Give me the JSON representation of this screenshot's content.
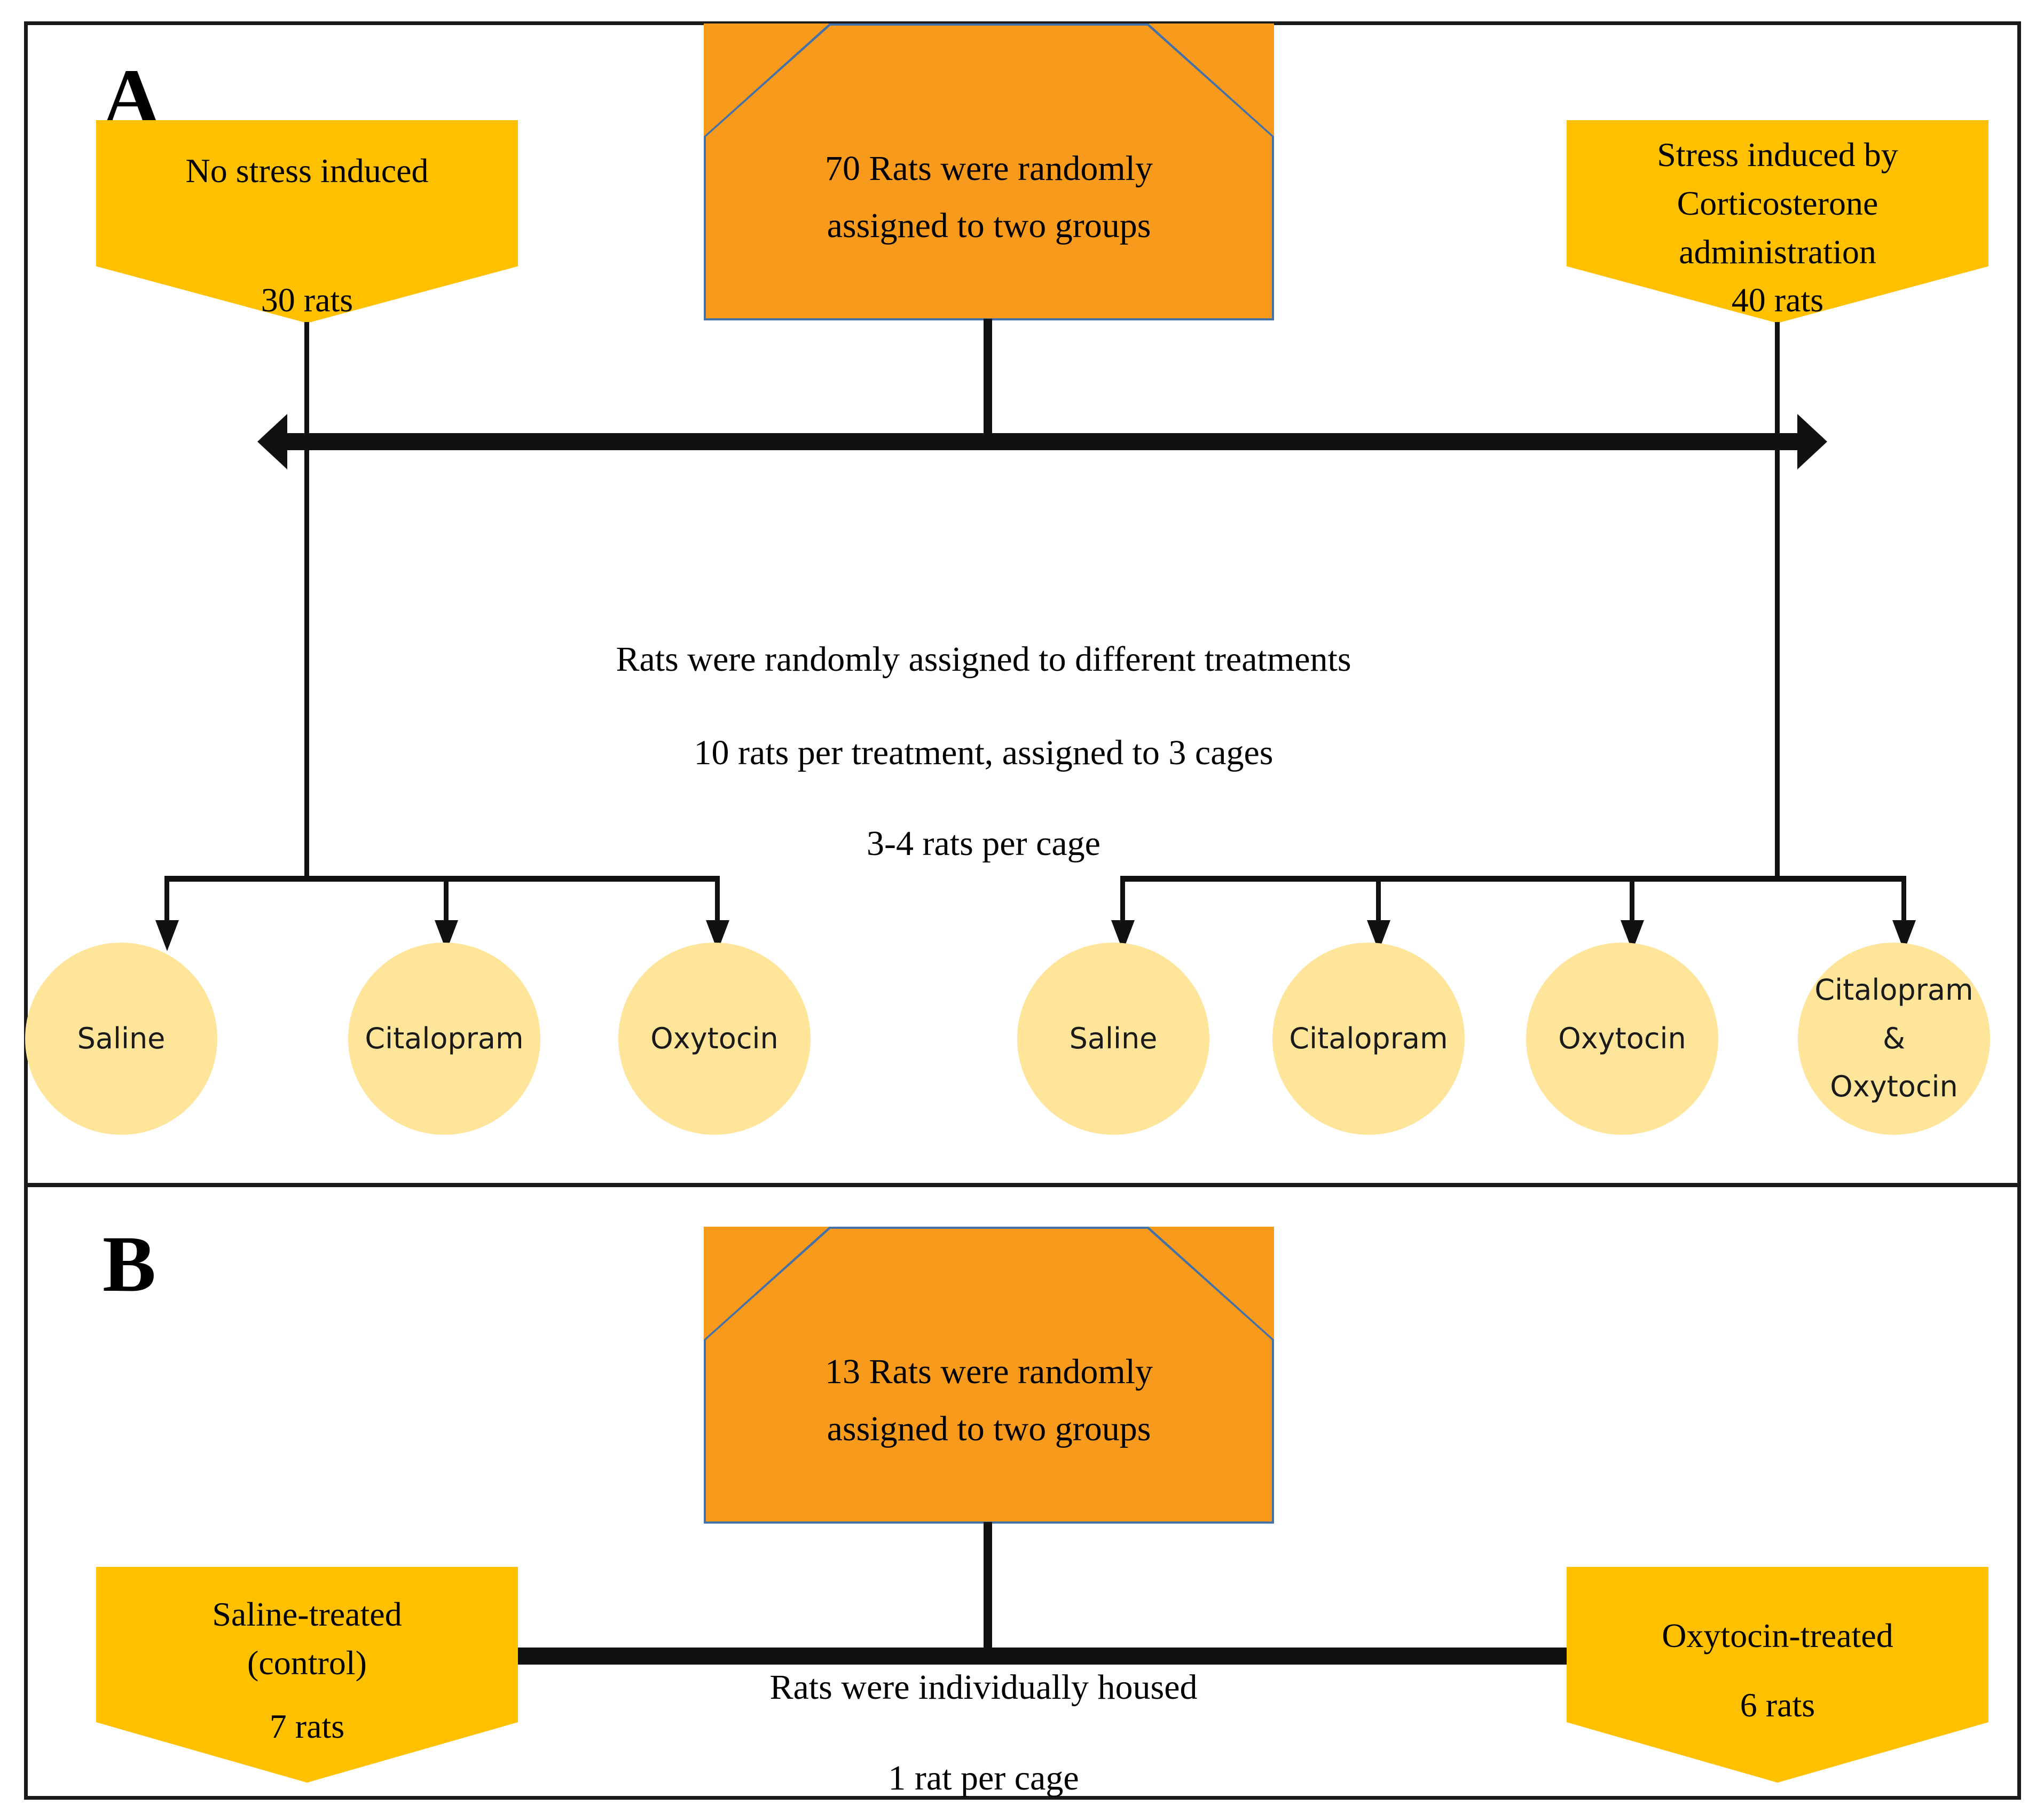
{
  "figure": {
    "background_color": "#ffffff",
    "border_color": "#1a1a1a",
    "colors": {
      "pentagon_fill": "#F89A1C",
      "pentagon_stroke": "#4472a8",
      "banner_fill": "#FFC000",
      "circle_fill": "#FFE59A",
      "connector": "#111111"
    }
  },
  "panel_a": {
    "label": "A",
    "root": {
      "text": "70 Rats were randomly\nassigned to two groups"
    },
    "left_group": {
      "title": "No stress induced",
      "count": "30 rats"
    },
    "right_group": {
      "title": "Stress induced by\nCorticosterone\nadministration",
      "count": "40 rats"
    },
    "notes": [
      "Rats were randomly assigned to different treatments",
      "10 rats per treatment, assigned to 3 cages",
      "3-4 rats per cage"
    ],
    "left_treatments": [
      {
        "label": "Saline"
      },
      {
        "label": "Citalopram"
      },
      {
        "label": "Oxytocin"
      }
    ],
    "right_treatments": [
      {
        "label": "Saline"
      },
      {
        "label": "Citalopram"
      },
      {
        "label": "Oxytocin"
      },
      {
        "label": "Citalopram\n&\nOxytocin"
      }
    ]
  },
  "panel_b": {
    "label": "B",
    "root": {
      "text": "13 Rats were randomly\nassigned to two groups"
    },
    "left_group": {
      "title": "Saline-treated\n(control)",
      "count": "7 rats"
    },
    "right_group": {
      "title": "Oxytocin-treated",
      "count": "6 rats"
    },
    "notes": [
      "Rats were individually housed",
      "1 rat per cage"
    ]
  }
}
